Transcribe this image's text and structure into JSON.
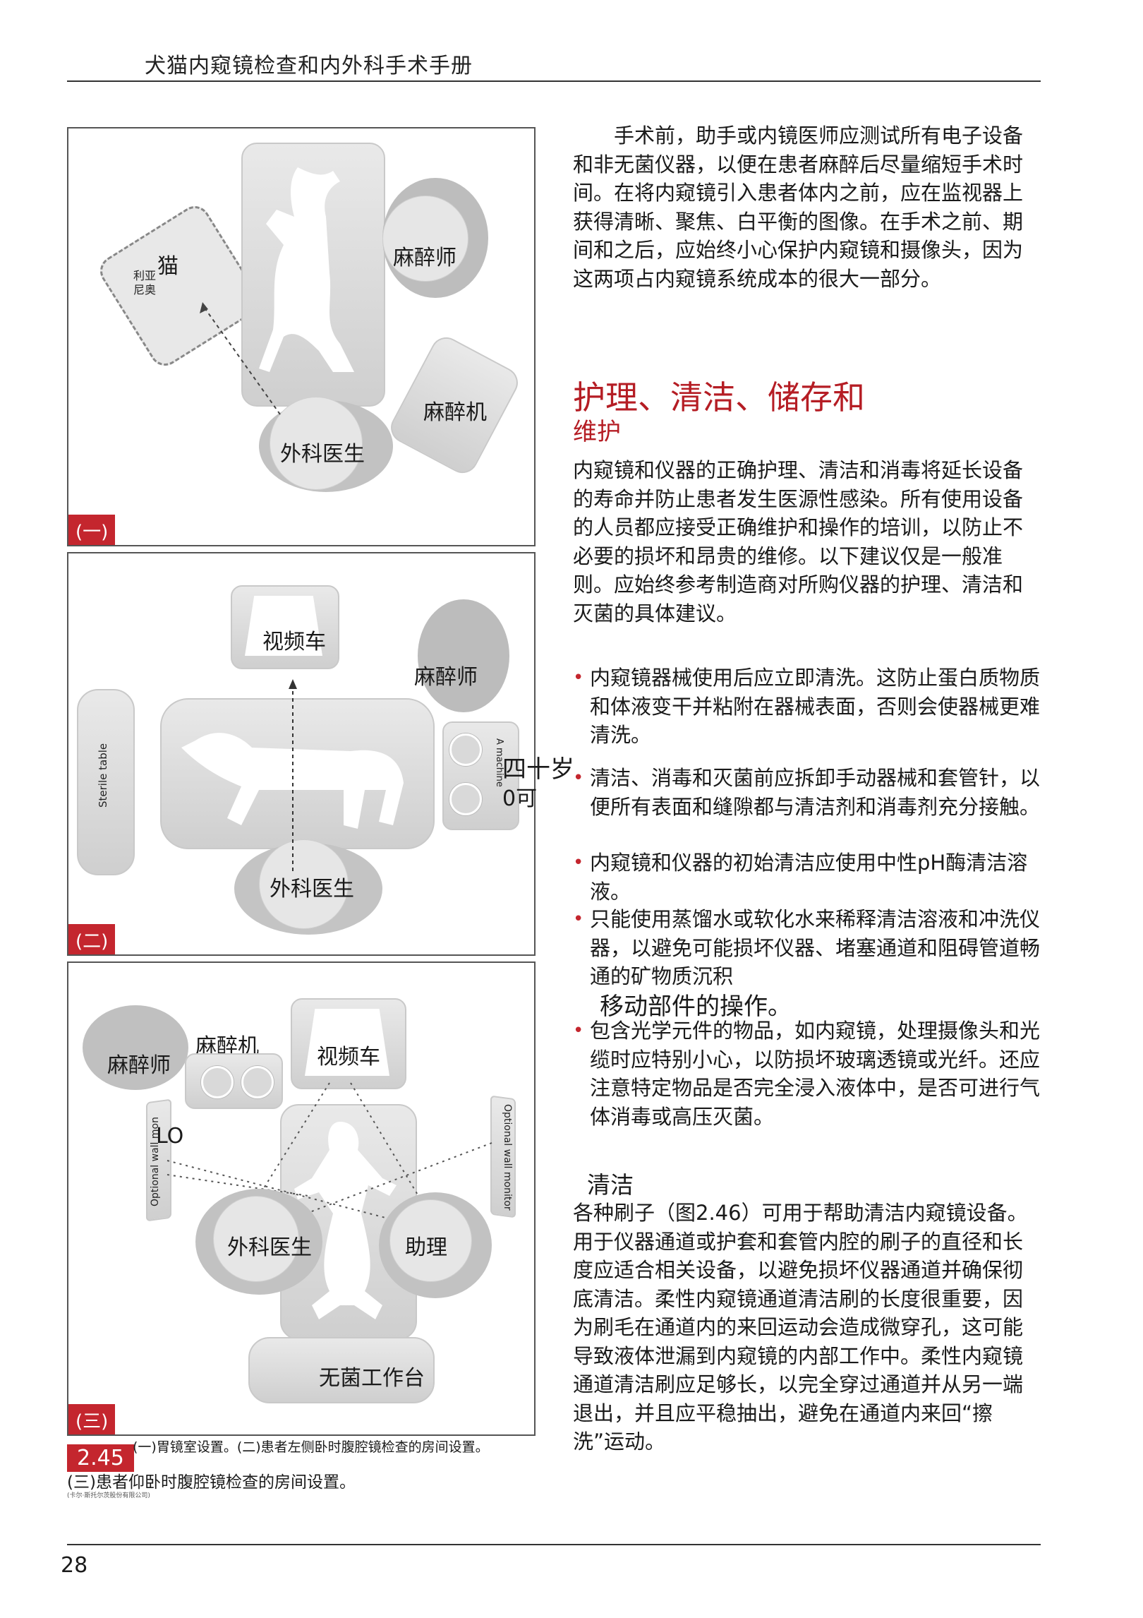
{
  "header": {
    "title": "犬猫内窥镜检查和内外科手术手册"
  },
  "page_number": "28",
  "figure": {
    "number": "2.45",
    "caption_line1": "(一)胃镜室设置。(二)患者左侧卧时腹腔镜检查的房间设置。",
    "caption_line2": "(三)患者仰卧时腹腔镜检查的房间设置。",
    "credit": "(卡尔·斯托尔茨股份有限公司)",
    "panel1": {
      "tag": "(一)",
      "cat": "猫",
      "cat_sub1": "利亚",
      "cat_sub2": "尼奥",
      "anesthetist": "麻醉师",
      "anesthesia_machine": "麻醉机",
      "surgeon": "外科医生"
    },
    "panel2": {
      "tag": "(二)",
      "video_cart": "视频车",
      "anesthetist": "麻醉师",
      "sterile_table": "Sterile table",
      "machine_vertical": "A\nmachine",
      "surgeon": "外科医生",
      "stray_1": "四十岁",
      "stray_2": "0可"
    },
    "panel3": {
      "tag": "(三)",
      "anesthetist": "麻醉师",
      "anesthesia_machine": "麻醉机",
      "video_cart": "视频车",
      "optional_left": "Optional wall mon",
      "optional_right": "Optional wall monitor",
      "lo_mark": "LO",
      "surgeon": "外科医生",
      "assistant": "助理",
      "sterile_bench": "无菌工作台"
    }
  },
  "text": {
    "para1": "手术前，助手或内镜医师应测试所有电子设备和非无菌仪器，以便在患者麻醉后尽量缩短手术时间。在将内窥镜引入患者体内之前，应在监视器上获得清晰、聚焦、白平衡的图像。在手术之前、期间和之后，应始终小心保护内窥镜和摄像头，因为这两项占内窥镜系统成本的很大一部分。",
    "heading_line1": "护理、清洁、储存和",
    "heading_line2": "维护",
    "para2": "内窥镜和仪器的正确护理、清洁和消毒将延长设备的寿命并防止患者发生医源性感染。所有使用设备的人员都应接受正确维护和操作的培训，以防止不必要的损坏和昂贵的维修。以下建议仅是一般准则。应始终参考制造商对所购仪器的护理、清洁和灭菌的具体建议。",
    "bullets": [
      "内窥镜器械使用后应立即清洗。这防止蛋白质物质和体液变干并粘附在器械表面，否则会使器械更难清洗。",
      "清洁、消毒和灭菌前应拆卸手动器械和套管针，以便所有表面和缝隙都与清洁剂和消毒剂充分接触。",
      "内窥镜和仪器的初始清洁应使用中性pH酶清洁溶液。",
      "只能使用蒸馏水或软化水来稀释清洁溶液和冲洗仪器，以避免可能损坏仪器、堵塞通道和阻碍管道畅通的矿物质沉积",
      "包含光学元件的物品，如内窥镜，处理摄像头和光缆时应特别小心，以防损坏玻璃透镜或光纤。还应注意特定物品是否完全浸入液体中，是否可进行气体消毒或高压灭菌。"
    ],
    "stray_line": "移动部件的操作。",
    "subheading": "清洁",
    "para3": "各种刷子（图2.46）可用于帮助清洁内窥镜设备。用于仪器通道或护套和套管内腔的刷子的直径和长度应适合相关设备，以避免损坏仪器通道并确保彻底清洁。柔性内窥镜通道清洁刷的长度很重要，因为刷毛在通道内的来回运动会造成微穿孔，这可能导致液体泄漏到内窥镜的内部工作中。柔性内窥镜通道清洁刷应足够长，以完全穿过通道并从另一端退出，并且应平稳抽出，避免在通道内来回“擦洗”运动。"
  },
  "colors": {
    "accent": "#c4262e",
    "heading": "#b51d24"
  }
}
